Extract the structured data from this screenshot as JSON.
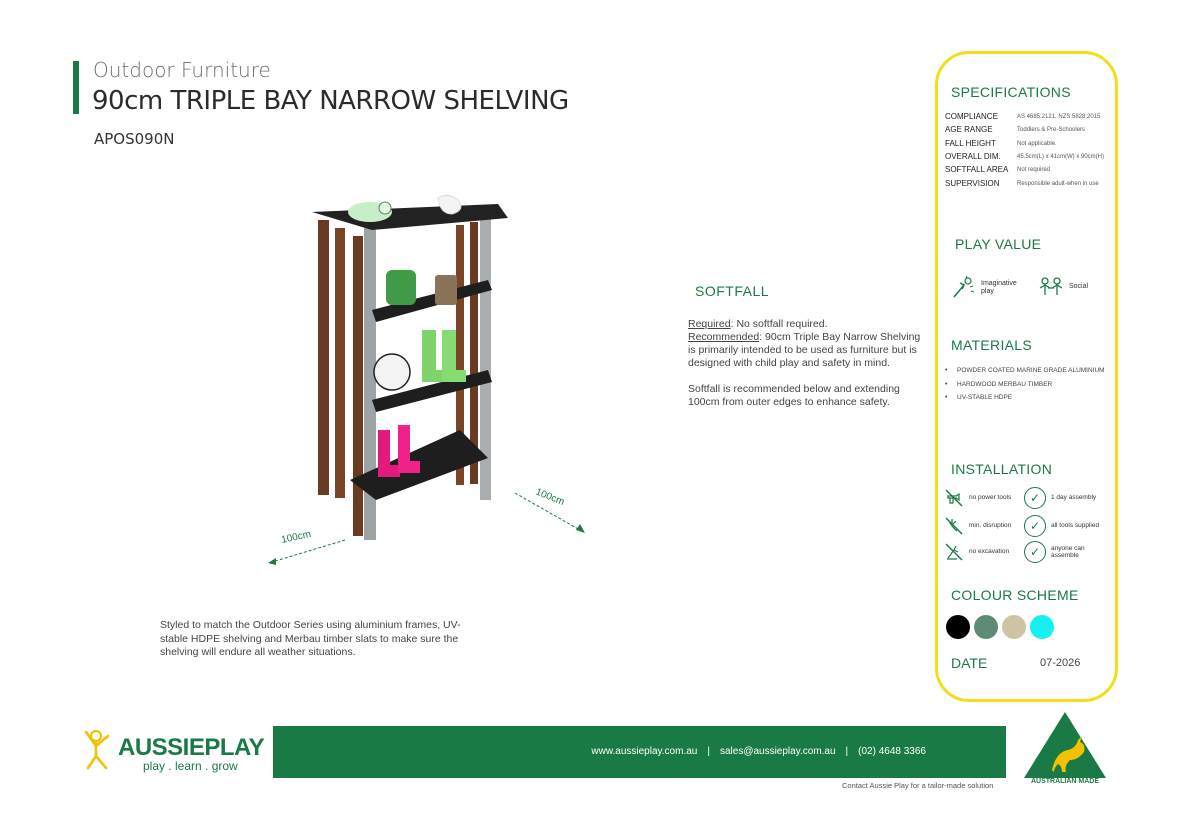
{
  "header": {
    "category": "Outdoor Furniture",
    "title": "90cm TRIPLE BAY NARROW SHELVING",
    "code": "APOS090N"
  },
  "illustration": {
    "dim_left": "100cm",
    "dim_right": "100cm"
  },
  "softfall": {
    "heading": "SOFTFALL",
    "required_label": "Required",
    "required_text": ": No softfall required.",
    "recommended_label": "Recommended",
    "recommended_text": ": 90cm Triple Bay Narrow Shelving  is primarily intended to be used as furniture  but is designed with child play and safety in mind.",
    "extent_text": "Softfall is recommended below and extending 100cm from outer edges to enhance safety."
  },
  "description": "Styled to match the Outdoor Series using aluminium frames, UV-stable HDPE shelving and Merbau timber slats to make sure the shelving will endure all weather situations.",
  "specifications": {
    "heading": "SPECIFICATIONS",
    "rows": [
      {
        "label": "COMPLIANCE",
        "value": "AS 4685:2121, NZS 5828:2015"
      },
      {
        "label": "AGE RANGE",
        "value": "Toddlers & Pre-Schoolers"
      },
      {
        "label": "FALL HEIGHT",
        "value": "Not applicable."
      },
      {
        "label": "OVERALL DIM.",
        "value": "45.5cm(L) x 41cm(W) x 90cm(H)"
      },
      {
        "label": "SOFTFALL AREA",
        "value": "Not required"
      },
      {
        "label": "SUPERVISION",
        "value": "Responsible adult-when in use"
      }
    ]
  },
  "play_value": {
    "heading": "PLAY VALUE",
    "items": [
      {
        "label_line1": "Imaginative",
        "label_line2": "play",
        "icon": "imaginative-play-icon"
      },
      {
        "label_line1": "Social",
        "label_line2": "",
        "icon": "social-icon"
      }
    ]
  },
  "materials": {
    "heading": "MATERIALS",
    "items": [
      "POWDER COATED MARINE GRADE ALUMINIUM",
      "HARDWOOD MERBAU TIMBER",
      "UV-STABLE HDPE"
    ]
  },
  "installation": {
    "heading": "INSTALLATION",
    "items": [
      {
        "label": "no power tools",
        "icon": "no-power-tools-icon"
      },
      {
        "label": "1 day assembly",
        "icon": "check-icon"
      },
      {
        "label": "min. disruption",
        "icon": "min-disruption-icon"
      },
      {
        "label": "all tools supplied",
        "icon": "check-icon"
      },
      {
        "label": "no excavation",
        "icon": "no-excavation-icon"
      },
      {
        "label_line1": "anyone can",
        "label_line2": "assemble",
        "icon": "check-icon"
      }
    ]
  },
  "colour_scheme": {
    "heading": "COLOUR SCHEME",
    "colors": [
      "#000000",
      "#5f8a76",
      "#cfc3a6",
      "#16f0f0"
    ]
  },
  "date": {
    "label": "DATE",
    "value": "07-2026"
  },
  "brand": {
    "name": "AUSSIEPLAY",
    "tagline": "play . learn . grow"
  },
  "footer": {
    "website": "www.aussieplay.com.au",
    "email": "sales@aussieplay.com.au",
    "phone": "(02) 4648 3366",
    "separator": "|",
    "note": "Contact Aussie Play for a tailor-made solution"
  },
  "australian_made": {
    "label": "AUSTRALIAN MADE"
  },
  "colors": {
    "brand_green": "#1a7a45",
    "panel_border": "#f3df16"
  }
}
